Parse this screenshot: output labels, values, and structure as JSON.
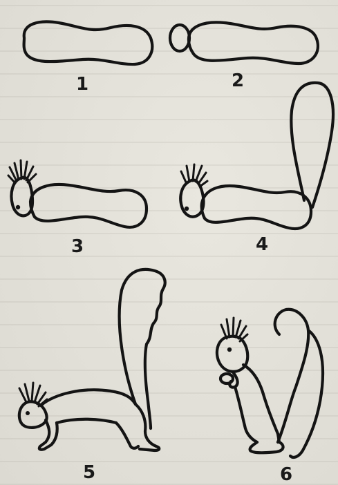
{
  "figures": [
    {
      "label": "1"
    },
    {
      "label": "2"
    },
    {
      "label": "3"
    },
    {
      "label": "4"
    },
    {
      "label": "5"
    },
    {
      "label": "6"
    }
  ],
  "colors": {
    "ink": "#141414",
    "paper": "#e2e0d8"
  }
}
